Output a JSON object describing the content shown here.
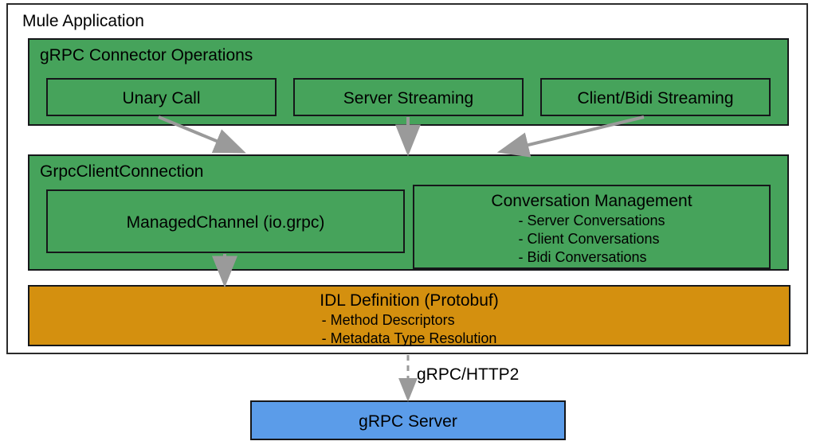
{
  "diagram": {
    "container": {
      "title": "Mule Application"
    },
    "operations_section": {
      "title": "gRPC Connector Operations",
      "items": [
        {
          "label": "Unary Call"
        },
        {
          "label": "Server Streaming"
        },
        {
          "label": "Client/Bidi Streaming"
        }
      ]
    },
    "connection_section": {
      "title": "GrpcClientConnection",
      "managed_channel": {
        "label": "ManagedChannel (io.grpc)"
      },
      "conversation_management": {
        "title": "Conversation Management",
        "bullets": [
          "- Server Conversations",
          "- Client Conversations",
          "- Bidi Conversations"
        ]
      }
    },
    "idl_section": {
      "title": "IDL Definition (Protobuf)",
      "bullets": [
        "- Method Descriptors",
        "- Metadata Type Resolution"
      ]
    },
    "transport": {
      "label": "gRPC/HTTP2"
    },
    "server": {
      "label": "gRPC Server"
    },
    "colors": {
      "green": "#46a35b",
      "orange": "#d4900f",
      "blue": "#5b9ce9",
      "border": "#16171a",
      "arrow": "#9a9a9a",
      "background": "#ffffff"
    }
  }
}
